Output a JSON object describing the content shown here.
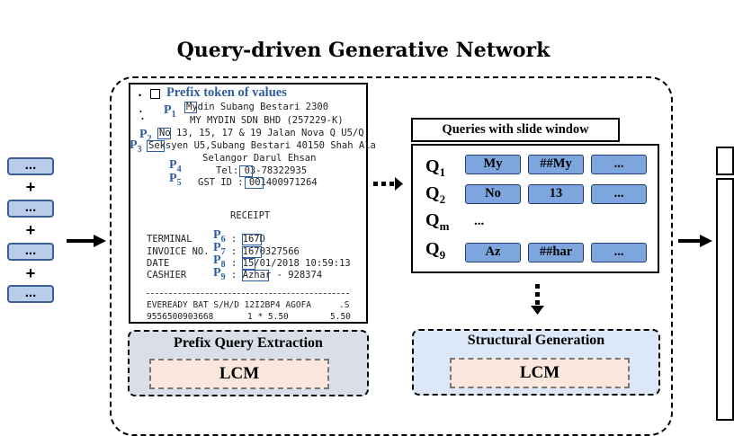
{
  "title": "Query-driven Generative Network",
  "left_input": {
    "chip_label": "...",
    "plus": "+"
  },
  "receipt": {
    "legend_label": "Prefix token of values",
    "lines": [
      "Mydin Subang Bestari 2300",
      "MY MYDIN SDN BHD (257229-K)",
      "No 13, 15, 17 & 19 Jalan Nova Q U5/Q,",
      "Seksyen U5,Subang Bestari 40150 Shah Ala",
      "Selangor Darul Ehsan",
      "Tel: 03-78322935",
      "GST ID : 001400971264",
      "RECEIPT",
      "TERMINAL",
      ": 167D",
      "INVOICE NO.",
      ": 1670327566",
      "DATE",
      ": 15/01/2018 10:59:13",
      "CASHIER",
      ": Azhar - 928374",
      "EVEREADY BAT S/H/D 12I2BP4 AGOFA",
      ".S",
      "9556500903668",
      "1 * 5.50",
      "5.50"
    ],
    "prefixes": [
      "P",
      "P",
      "P",
      "P",
      "P",
      "P",
      "P",
      "P",
      "P"
    ],
    "prefix_subs": [
      "1",
      "2",
      "3",
      "4",
      "5",
      "6",
      "7",
      "8",
      "9"
    ]
  },
  "prefix_panel": {
    "title": "Prefix Query Extraction",
    "lcm": "LCM"
  },
  "queries": {
    "title": "Queries with slide window",
    "rows": [
      {
        "label": "Q",
        "sub": "1",
        "chips": [
          "My",
          "##My",
          "..."
        ]
      },
      {
        "label": "Q",
        "sub": "2",
        "chips": [
          "No",
          "13",
          "..."
        ]
      },
      {
        "label": "Q",
        "sub": "m",
        "chips": [
          "..."
        ]
      },
      {
        "label": "Q",
        "sub": "9",
        "chips": [
          "Az",
          "##har",
          "..."
        ]
      }
    ]
  },
  "structural_panel": {
    "title": "Structural Generation",
    "lcm": "LCM"
  }
}
